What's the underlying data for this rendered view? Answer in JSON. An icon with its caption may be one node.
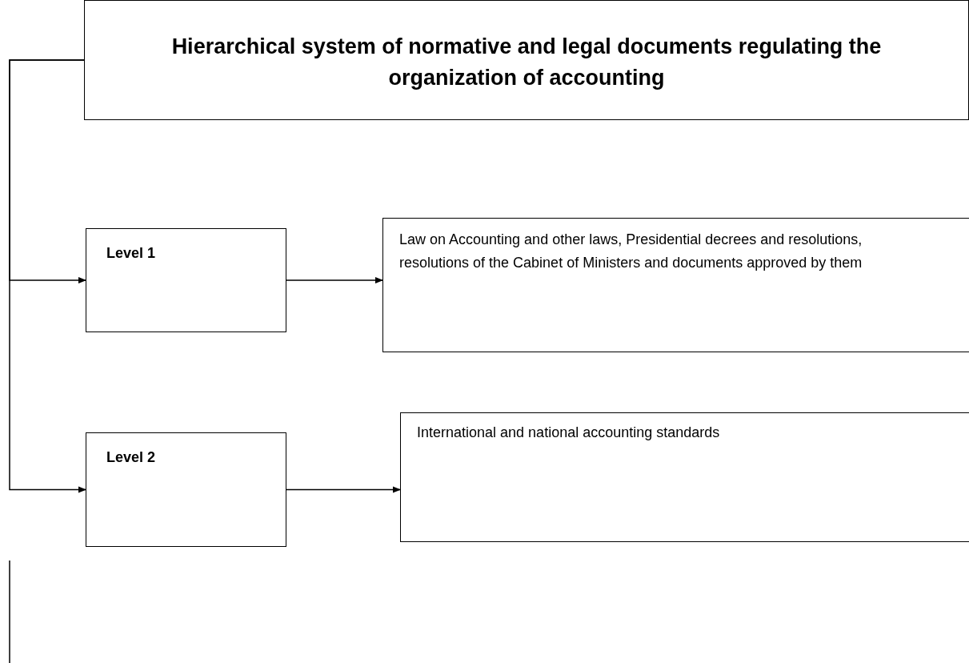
{
  "diagram": {
    "nodes": [
      {
        "text": [
          "Hierarchical system of normative and legal documents regulating the organization of accounting"
        ]
      },
      {
        "text": [
          "Level 1"
        ]
      },
      {
        "text": [
          "Law on Accounting and other laws, Presidential decrees and resolutions, resolutions of the Cabinet of Ministers and documents approved by them"
        ]
      },
      {
        "text": [
          "Level 2"
        ]
      },
      {
        "text": [
          "International and national accounting standards"
        ]
      }
    ],
    "edges": [
      {
        "from": 0,
        "to": 1,
        "arrow": "to"
      },
      {
        "from": 0,
        "to": 3,
        "arrow": "to"
      },
      {
        "from": 1,
        "to": 2,
        "arrow": "to"
      },
      {
        "from": 3,
        "to": 4,
        "arrow": "to"
      }
    ]
  }
}
